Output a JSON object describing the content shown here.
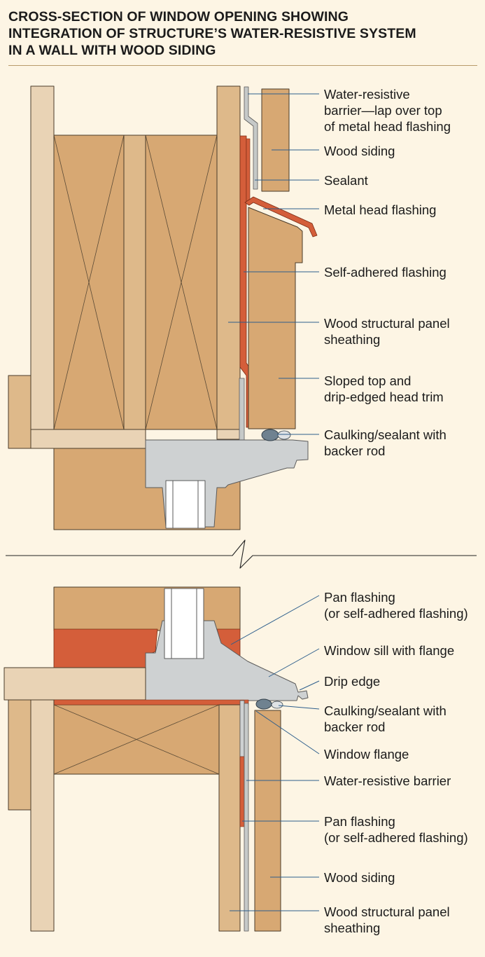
{
  "title": {
    "lines": [
      "CROSS-SECTION OF WINDOW OPENING SHOWING",
      "INTEGRATION OF STRUCTURE’S WATER-RESISTIVE SYSTEM",
      "IN A WALL WITH WOOD SIDING"
    ]
  },
  "head_callouts": [
    {
      "lines": [
        "Water-resistive",
        "barrier—lap over top",
        "of metal head flashing"
      ]
    },
    {
      "lines": [
        "Wood siding"
      ]
    },
    {
      "lines": [
        "Sealant"
      ]
    },
    {
      "lines": [
        "Metal head flashing"
      ]
    },
    {
      "lines": [
        "Self-adhered flashing"
      ]
    },
    {
      "lines": [
        "Wood structural panel",
        "sheathing"
      ]
    },
    {
      "lines": [
        "Sloped top and",
        "drip-edged head trim"
      ]
    },
    {
      "lines": [
        "Caulking/sealant with",
        "backer rod"
      ]
    }
  ],
  "sill_callouts": [
    {
      "lines": [
        "Pan flashing",
        "(or self-adhered flashing)"
      ]
    },
    {
      "lines": [
        "Window sill with flange"
      ]
    },
    {
      "lines": [
        "Drip edge"
      ]
    },
    {
      "lines": [
        "Caulking/sealant with",
        "backer rod"
      ]
    },
    {
      "lines": [
        "Window flange"
      ]
    },
    {
      "lines": [
        "Water-resistive barrier"
      ]
    },
    {
      "lines": [
        "Pan flashing",
        "(or self-adhered flashing)"
      ]
    },
    {
      "lines": [
        "Wood siding"
      ]
    },
    {
      "lines": [
        "Wood structural panel",
        "sheathing"
      ]
    }
  ],
  "colors": {
    "background": "#fdf5e4",
    "lumber": "#d7a873",
    "light_wood": "#e9d3b5",
    "trim_wood": "#deb98a",
    "flashing": "#d45e3a",
    "window_frame": "#ced1d2",
    "glass": "#e7f1f6",
    "barrier": "#c6c9c8",
    "backer_rod": "#6f8290",
    "leader_line": "#2d5e8c"
  }
}
